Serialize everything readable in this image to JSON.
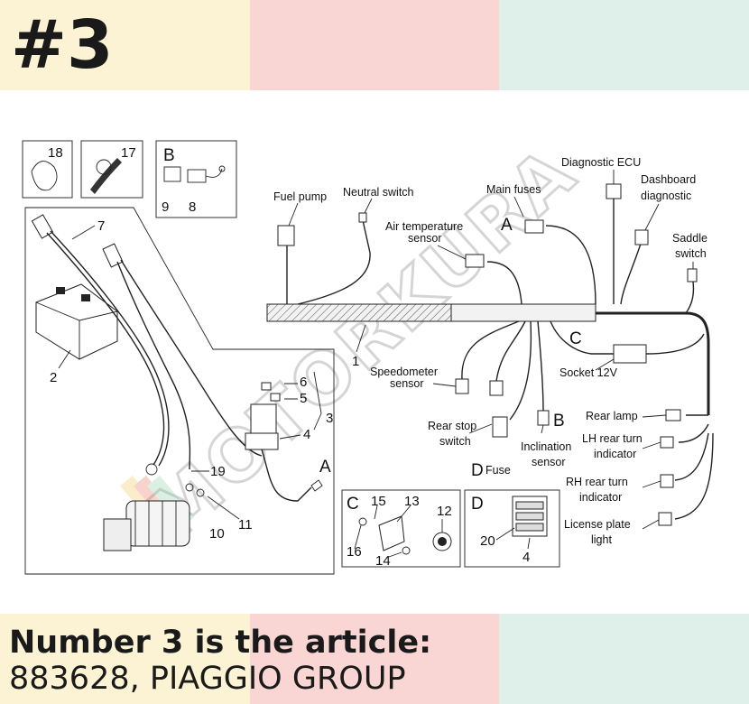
{
  "header": {
    "title": "#3",
    "colors": [
      "#fbf3d3",
      "#f9d5d3",
      "#dff0ea"
    ]
  },
  "diagram": {
    "watermark": "MOTORKURA",
    "labels": {
      "fuel_pump": "Fuel pump",
      "neutral_switch": "Neutral switch",
      "main_fuses": "Main fuses",
      "diagnostic_ecu": "Diagnostic ECU",
      "dashboard_diagnostic_1": "Dashboard",
      "dashboard_diagnostic_2": "diagnostic",
      "saddle_switch_1": "Saddle",
      "saddle_switch_2": "switch",
      "air_temp_1": "Air temperature",
      "air_temp_2": "sensor",
      "speedometer_1": "Speedometer",
      "speedometer_2": "sensor",
      "socket": "Socket 12V",
      "rear_lamp": "Rear lamp",
      "lh_turn_1": "LH rear turn",
      "lh_turn_2": "indicator",
      "rh_turn_1": "RH rear turn",
      "rh_turn_2": "indicator",
      "license_plate_1": "License plate",
      "license_plate_2": "light",
      "rear_stop_1": "Rear stop",
      "rear_stop_2": "switch",
      "inclination_1": "Inclination",
      "inclination_2": "sensor",
      "fuse": "Fuse"
    },
    "letters": {
      "a1": "A",
      "a2": "A",
      "b1": "B",
      "b2": "B",
      "c1": "C",
      "c2": "C",
      "d1": "D",
      "d2": "D"
    },
    "numbers": [
      "1",
      "2",
      "3",
      "4",
      "5",
      "6",
      "7",
      "8",
      "9",
      "10",
      "11",
      "12",
      "13",
      "14",
      "15",
      "16",
      "17",
      "18",
      "19",
      "20",
      "4"
    ]
  },
  "footer": {
    "line1": "Number 3 is the article:",
    "line2": "883628, PIAGGIO GROUP",
    "colors": [
      "#fbf3d3",
      "#f9d5d3",
      "#dff0ea"
    ]
  }
}
